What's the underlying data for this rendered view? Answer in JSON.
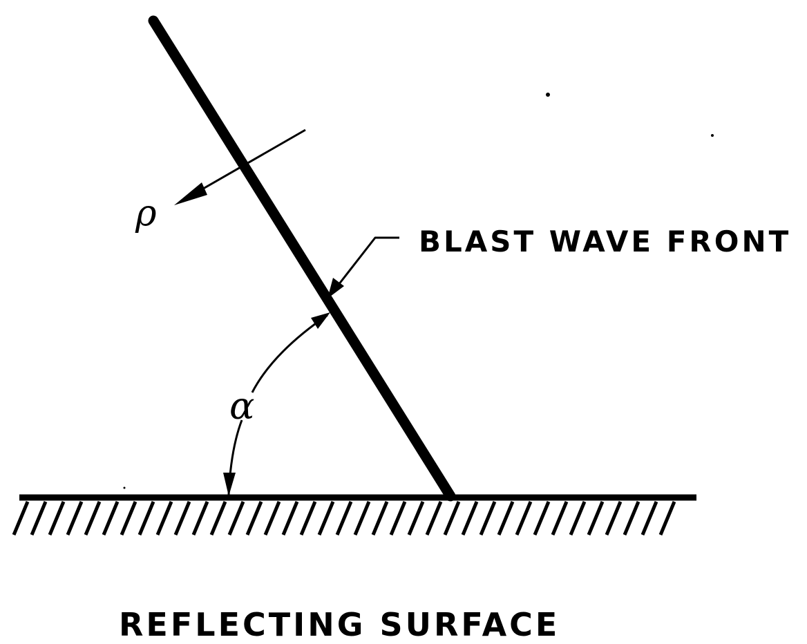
{
  "labels": {
    "wave_front": "BLAST WAVE FRONT",
    "surface": "REFLECTING SURFACE",
    "pressure_symbol": "ρ",
    "angle_symbol": "α"
  },
  "colors": {
    "ink": "#000000",
    "background": "#ffffff"
  }
}
